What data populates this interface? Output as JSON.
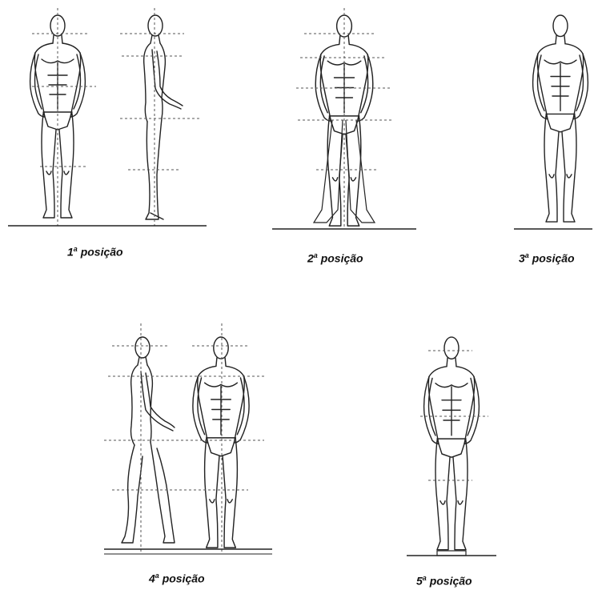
{
  "positions": [
    {
      "ordinal": "1",
      "sup": "a",
      "word": "posição"
    },
    {
      "ordinal": "2",
      "sup": "a",
      "word": "posição"
    },
    {
      "ordinal": "3",
      "sup": "a",
      "word": "posição"
    },
    {
      "ordinal": "4",
      "sup": "a",
      "word": "posição"
    },
    {
      "ordinal": "5",
      "sup": "a",
      "word": "posição"
    }
  ],
  "colors": {
    "ink": "#222222",
    "guide": "#555555",
    "background": "#ffffff"
  }
}
